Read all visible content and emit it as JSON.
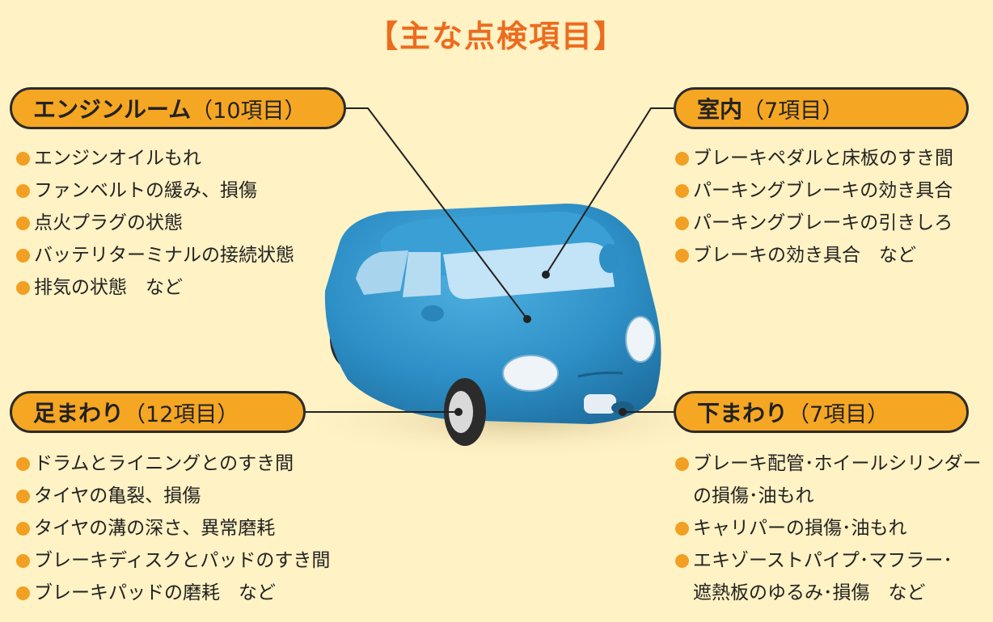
{
  "title": "【主な点検項目】",
  "sections": {
    "engine": {
      "name": "エンジンルーム",
      "count": "（10項目）",
      "items": [
        "エンジンオイルもれ",
        "ファンベルトの緩み、損傷",
        "点火プラグの状態",
        "バッテリターミナルの接続状態",
        "排気の状態　など"
      ]
    },
    "interior": {
      "name": "室内",
      "count": "（7項目）",
      "items": [
        "ブレーキペダルと床板のすき間",
        "パーキングブレーキの効き具合",
        "パーキングブレーキの引きしろ",
        "ブレーキの効き具合　など"
      ]
    },
    "suspension": {
      "name": "足まわり",
      "count": "（12項目）",
      "items": [
        "ドラムとライニングとのすき間",
        "タイヤの亀裂、損傷",
        "タイヤの溝の深さ、異常磨耗",
        "ブレーキディスクとパッドのすき間",
        "ブレーキパッドの磨耗　など"
      ]
    },
    "underbody": {
      "name": "下まわり",
      "count": "（7項目）",
      "items": [
        "ブレーキ配管･ホイールシリンダー",
        "の損傷･油もれ",
        "キャリパーの損傷･油もれ",
        "エキゾーストパイプ･マフラー･",
        "遮熱板のゆるみ･損傷　など"
      ]
    }
  },
  "colors": {
    "background": "#fff2c4",
    "title": "#ec6c1f",
    "pill": "#f5a623",
    "bullet": "#f2a023",
    "car_body": "#2d8fc6"
  },
  "illustration": "blue-clay-toy-car"
}
